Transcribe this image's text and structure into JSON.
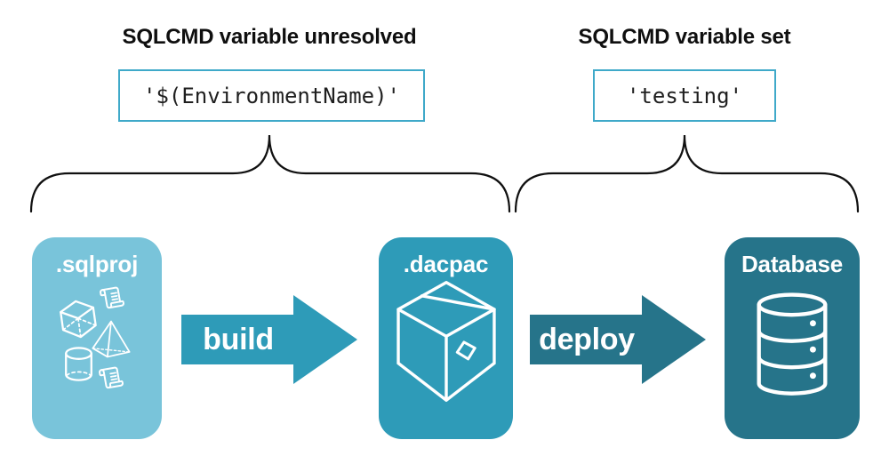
{
  "colors": {
    "lightblue": "#79C4DA",
    "teal": "#2E9BB8",
    "darkteal": "#26748A",
    "boxBorder": "#3FA9C9",
    "ink": "#0f0f0f",
    "codeInk": "#1f1f1f",
    "brace": "#101010",
    "white": "#ffffff"
  },
  "annotations": {
    "unresolved": {
      "title": "SQLCMD variable unresolved",
      "code": "'$(EnvironmentName)'"
    },
    "set": {
      "title": "SQLCMD variable set",
      "code": "'testing'"
    }
  },
  "pipeline": {
    "source": {
      "label": ".sqlproj"
    },
    "build_arrow": {
      "label": "build"
    },
    "artifact": {
      "label": ".dacpac"
    },
    "deploy_arrow": {
      "label": "deploy"
    },
    "target": {
      "label": "Database"
    }
  },
  "icons": {
    "source_icons": [
      "cube-icon",
      "scroll-icon",
      "pyramid-icon",
      "cylinder-icon",
      "scroll-icon"
    ],
    "artifact_icon": "package-icon",
    "target_icon": "database-icon"
  }
}
